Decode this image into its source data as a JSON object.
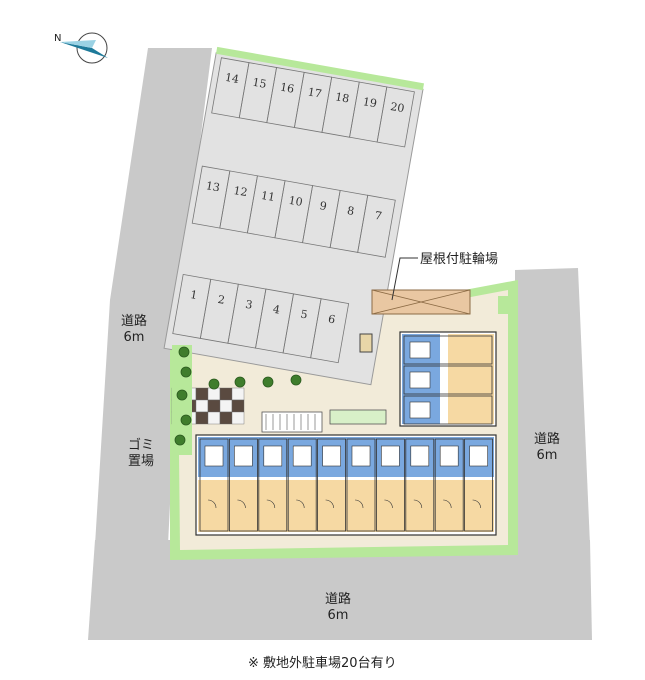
{
  "map": {
    "compass_icon": "compass-rose-icon",
    "compass_label": "N",
    "roads": {
      "west": {
        "name": "道路",
        "width": "6m"
      },
      "east": {
        "name": "道路",
        "width": "6m"
      },
      "south": {
        "name": "道路",
        "width": "6m"
      }
    },
    "bike_parking_label": "屋根付駐輪場",
    "garbage_label": "ゴミ置場",
    "note": "※ 敷地外駐車場20台有り",
    "parking_rows": {
      "top": [
        "14",
        "15",
        "16",
        "17",
        "18",
        "19",
        "20"
      ],
      "middle": [
        "13",
        "12",
        "11",
        "10",
        "9",
        "8",
        "7"
      ],
      "bottom": [
        "1",
        "2",
        "3",
        "4",
        "5",
        "6"
      ]
    },
    "colors": {
      "road": "#c9c9c9",
      "parking": "#e2e2e2",
      "green": "#b7e89a",
      "walkway": "#f2ebd9",
      "building_blue": "#7aa8df",
      "building_orange": "#f6d9a3",
      "bike_roof": "#e9c7a2"
    }
  }
}
